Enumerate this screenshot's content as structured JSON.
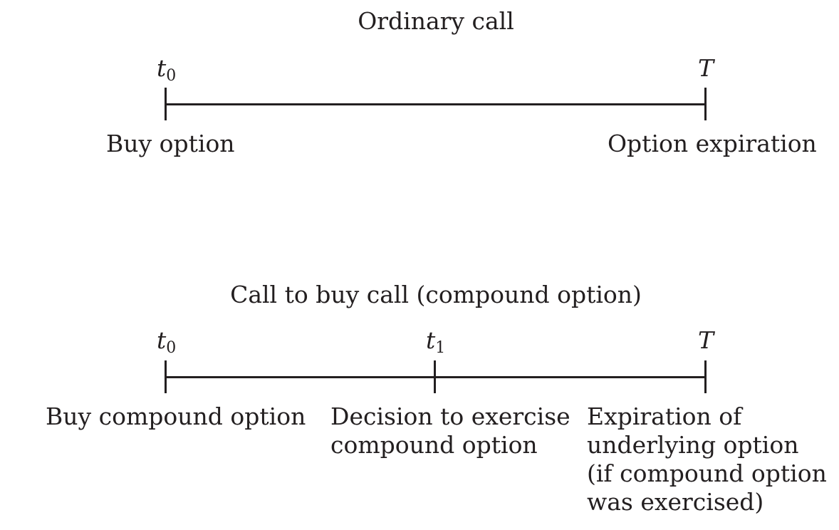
{
  "diagrams": [
    {
      "title": "Ordinary call",
      "ticks": [
        {
          "symbol": "t",
          "subscript": "0",
          "event": [
            "Buy option"
          ]
        },
        {
          "symbol": "T",
          "subscript": "",
          "event": [
            "Option expiration"
          ]
        }
      ]
    },
    {
      "title": "Call to buy call (compound option)",
      "ticks": [
        {
          "symbol": "t",
          "subscript": "0",
          "event": [
            "Buy compound option"
          ]
        },
        {
          "symbol": "t",
          "subscript": "1",
          "event": [
            "Decision to exercise",
            "compound option"
          ]
        },
        {
          "symbol": "T",
          "subscript": "",
          "event": [
            "Expiration of",
            "underlying option",
            "(if compound option",
            "was exercised)"
          ]
        }
      ]
    }
  ]
}
